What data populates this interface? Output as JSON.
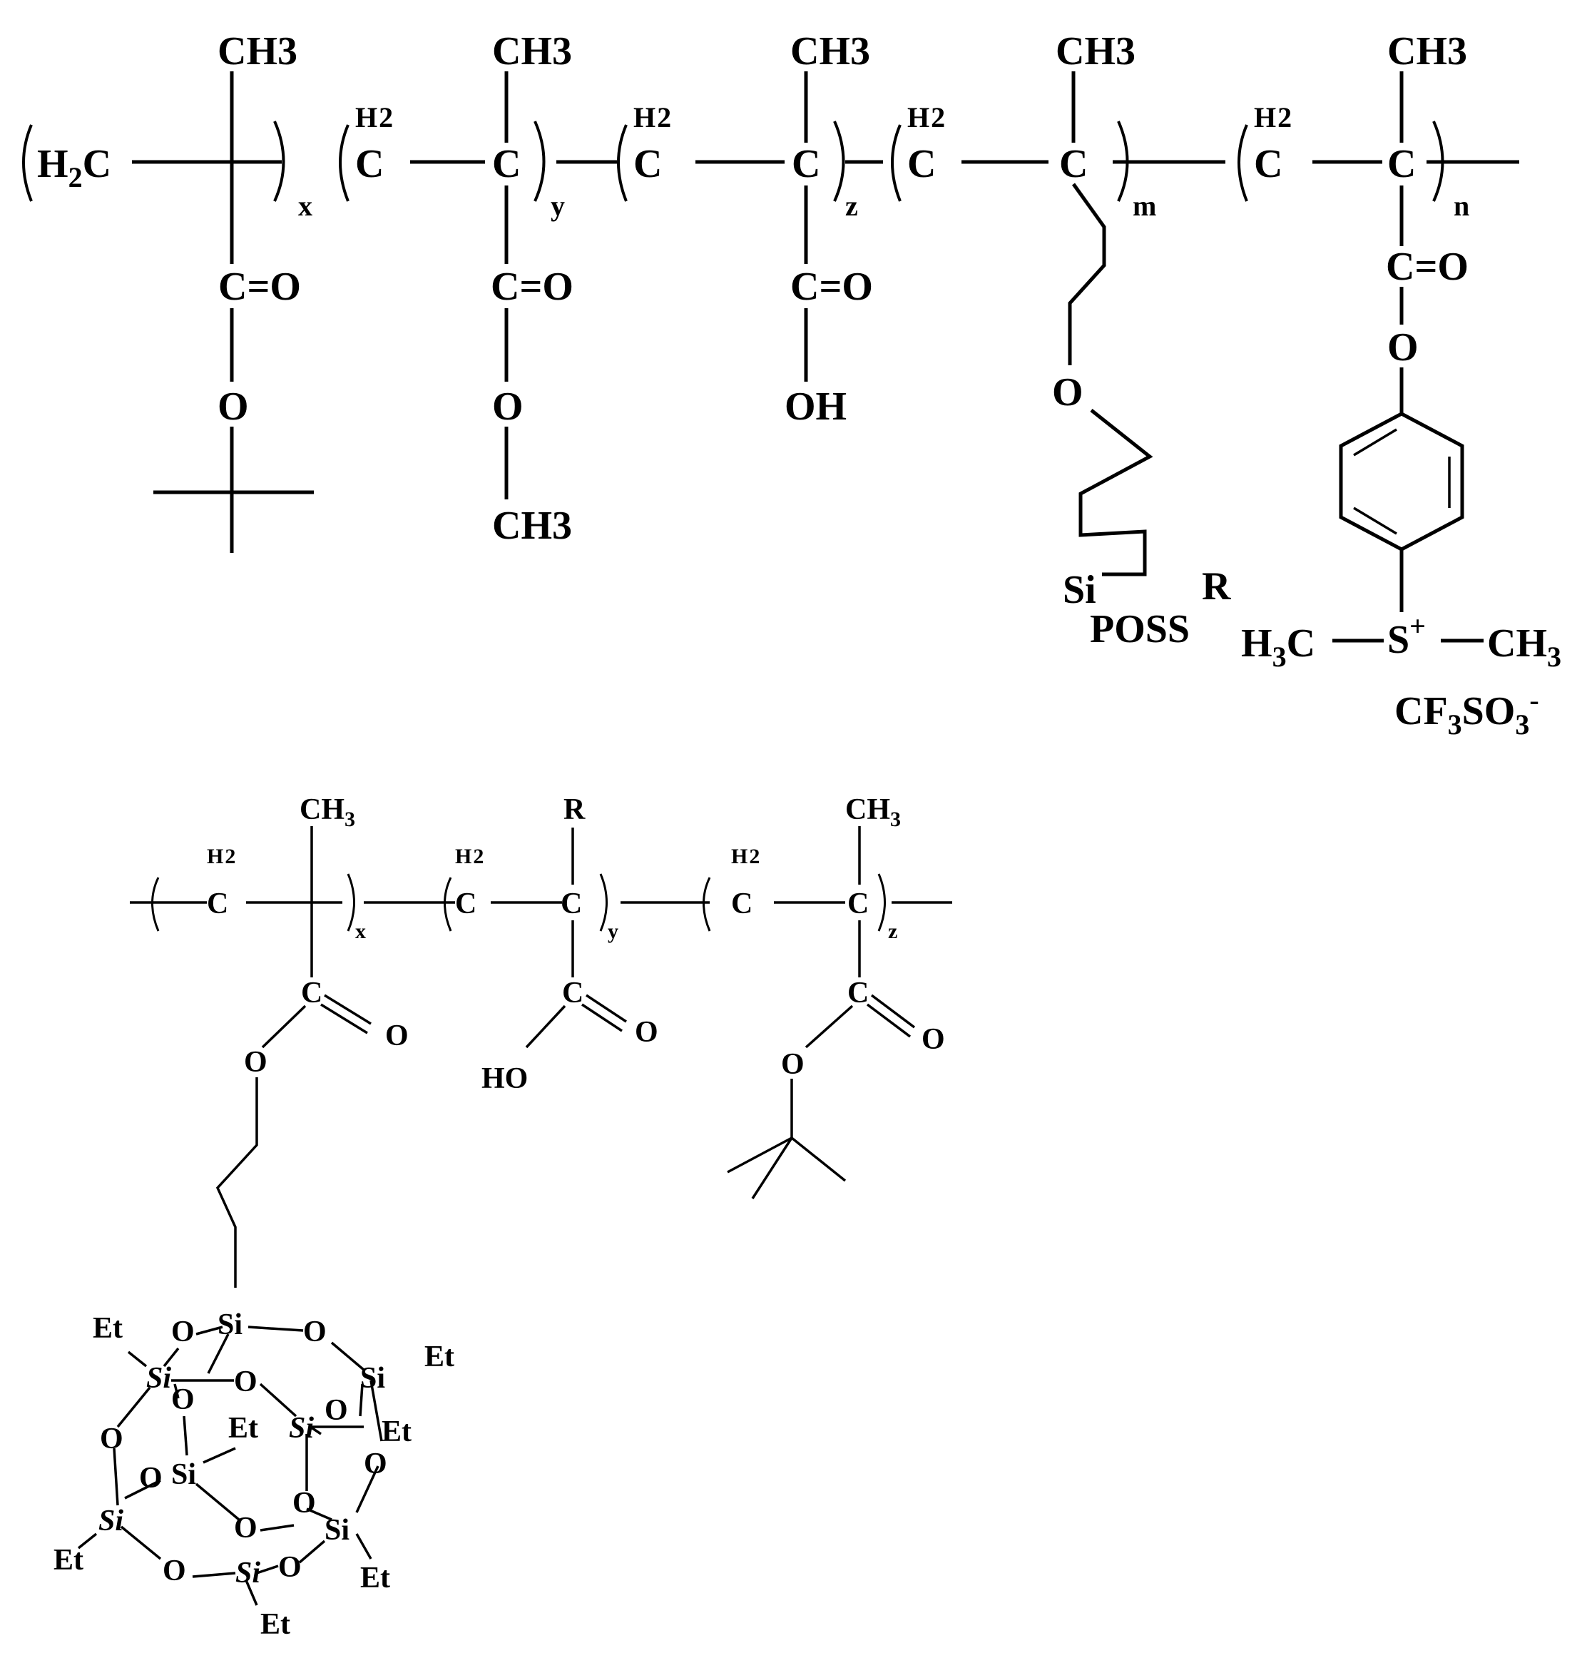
{
  "structure1": {
    "name": "",
    "units": {
      "tbma": {
        "methyl": "CH3",
        "ch2": "H2C",
        "carbonyl": "C=O",
        "ester_o": "O",
        "subscript": "x"
      },
      "mma": {
        "methyl": "CH3",
        "ch2": "H2C",
        "alpha_c": "C",
        "carbonyl": "C=O",
        "ester_o": "O",
        "ome": "CH3",
        "subscript": "y"
      },
      "maa": {
        "methyl": "CH3",
        "ch2": "H2C",
        "alpha_c": "C",
        "carbonyl": "C=O",
        "oh": "OH",
        "subscript": "z"
      },
      "poss": {
        "methyl": "CH3",
        "ch2": "H2C",
        "alpha_c": "C",
        "ether_o": "O",
        "si": "Si",
        "poss": "POSS",
        "r": "R",
        "subscript": "m"
      },
      "pag": {
        "methyl": "CH3",
        "ch2": "H2C",
        "alpha_c": "C",
        "carbonyl": "C=O",
        "ester_o": "O",
        "sulfonium": "S+",
        "left_me": "H3C",
        "right_me": "CH3",
        "counterion": "CF3SO3-",
        "subscript": "n"
      }
    }
  },
  "structure2": {
    "name": "",
    "units": {
      "poss_methacrylate": {
        "methyl": "CH3",
        "ch2": "H2C",
        "carbonyl": "C=O",
        "ester_o": "O",
        "subscript": "x"
      },
      "acid": {
        "r": "R",
        "ch2": "H2C",
        "alpha_c": "C",
        "carbonyl": "C=O",
        "oh": "HO",
        "subscript": "y"
      },
      "tbma": {
        "methyl": "CH3",
        "ch2": "H2C",
        "alpha_c": "C",
        "carbonyl": "C=O",
        "ester_o": "O",
        "subscript": "z"
      }
    },
    "cage": {
      "si_atom": "Si",
      "o_atom": "O",
      "ethyl": "Et"
    }
  }
}
